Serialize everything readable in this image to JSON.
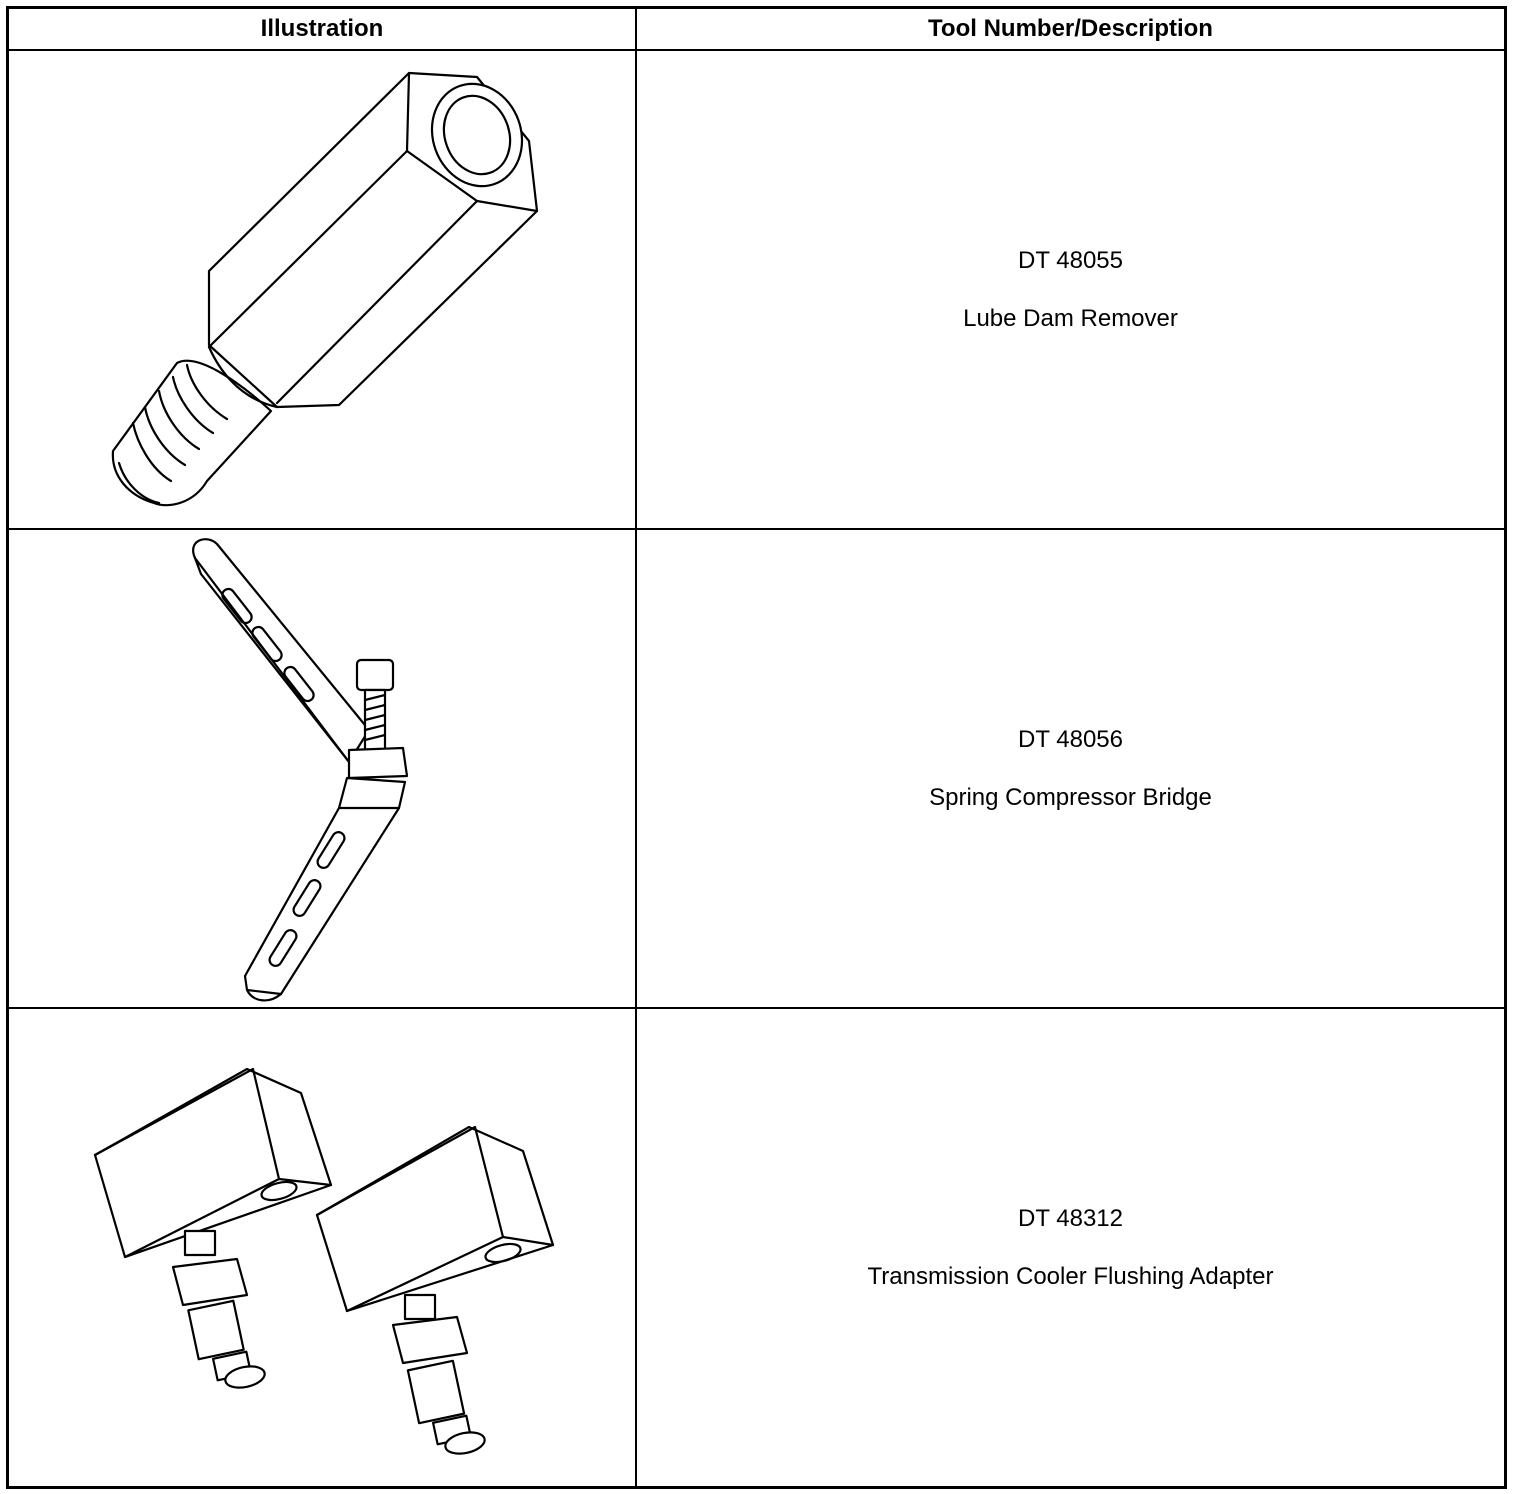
{
  "table": {
    "header_illustration": "Illustration",
    "header_tool": "Tool Number/Description"
  },
  "rows": [
    {
      "tool_number": "DT 48055",
      "description": "Lube Dam Remover",
      "illustration_icon": "lube-dam-remover-illustration"
    },
    {
      "tool_number": "DT 48056",
      "description": "Spring Compressor Bridge",
      "illustration_icon": "spring-compressor-bridge-illustration"
    },
    {
      "tool_number": "DT 48312",
      "description": "Transmission Cooler Flushing Adapter",
      "illustration_icon": "transmission-cooler-flushing-adapter-illustration"
    }
  ]
}
